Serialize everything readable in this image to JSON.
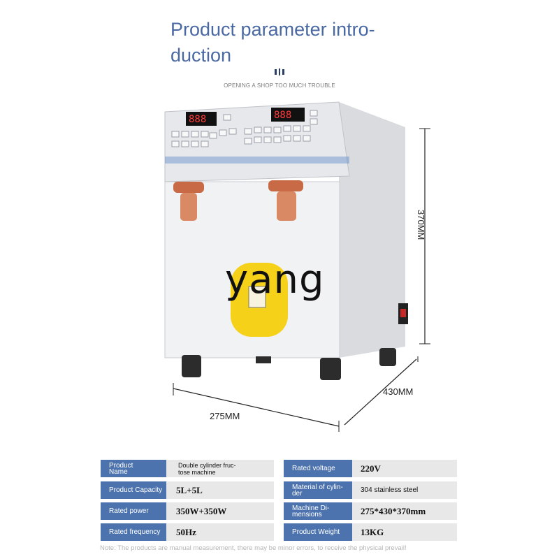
{
  "title": "Product parameter intro-\nduction",
  "subtitle": "OPENING A SHOP TOO MUCH TROUBLE",
  "watermark": "yang",
  "dimensions": {
    "width": "275MM",
    "depth": "430MM",
    "height": "370MM"
  },
  "specs": {
    "left": [
      {
        "label": "Product\nName",
        "value": "Double cylinder fruc-\ntose machine"
      },
      {
        "label": "Product Capacity",
        "value": "5L+5L"
      },
      {
        "label": "Rated power",
        "value": "350W+350W"
      },
      {
        "label": "Rated frequency",
        "value": "50Hz"
      }
    ],
    "right": [
      {
        "label": "Rated voltage",
        "value": "220V"
      },
      {
        "label": "Material of cylin-\nder",
        "value": "304 stainless steel"
      },
      {
        "label": "Machine Di-\nmensions",
        "value": "275*430*370mm"
      },
      {
        "label": "Product Weight",
        "value": "13KG"
      }
    ]
  },
  "note": "Note: The products are manual measurement, there may be minor errors, to receive the physical prevail!",
  "colors": {
    "title": "#4a69a3",
    "label_bg": "#4d73ae",
    "value_bg": "#e8e8e8"
  }
}
